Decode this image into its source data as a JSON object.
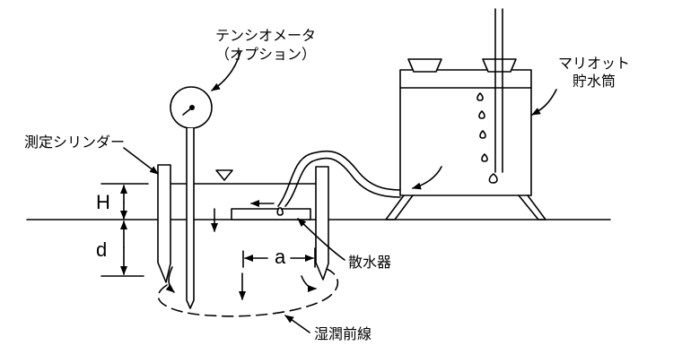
{
  "labels": {
    "tensiometer": "テンシオメータ",
    "option": "（オプション）",
    "mariotte_line1": "マリオット",
    "mariotte_line2": "貯水筒",
    "cylinder": "測定シリンダー",
    "sprinkler": "散水器",
    "wetting_front": "湿潤前線",
    "H": "H",
    "d": "d",
    "a": "a"
  },
  "colors": {
    "ink": "#000000",
    "background": "#ffffff"
  }
}
